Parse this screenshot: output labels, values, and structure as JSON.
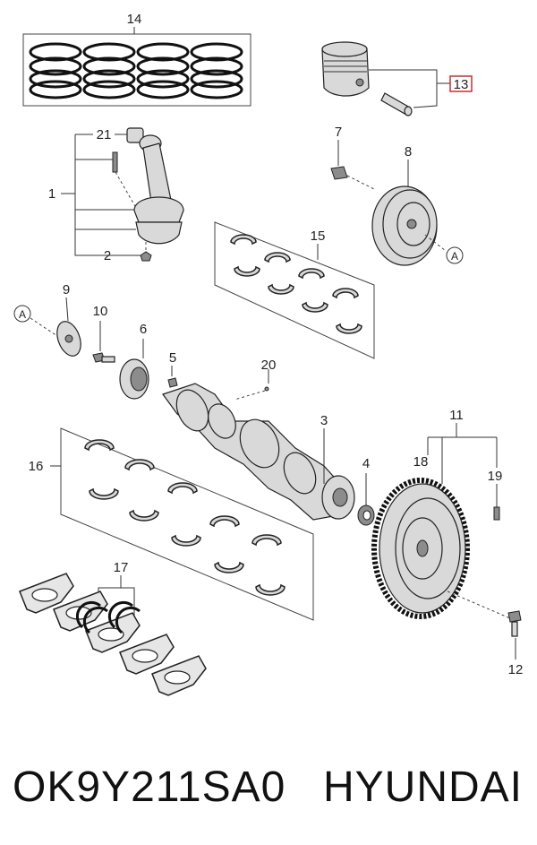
{
  "diagram": {
    "callouts": {
      "c1": "1",
      "c2": "2",
      "c3": "3",
      "c4": "4",
      "c5": "5",
      "c6": "6",
      "c7": "7",
      "c8": "8",
      "c9": "9",
      "c10": "10",
      "c11": "11",
      "c12": "12",
      "c13": "13",
      "c14": "14",
      "c15": "15",
      "c16": "16",
      "c17": "17",
      "c18": "18",
      "c19": "19",
      "c20": "20",
      "c21": "21"
    },
    "ref_marker": "A",
    "highlight_color": "#d22b2b"
  },
  "caption": {
    "part_number": "OK9Y211SA0",
    "brand": "HYUNDAI"
  }
}
